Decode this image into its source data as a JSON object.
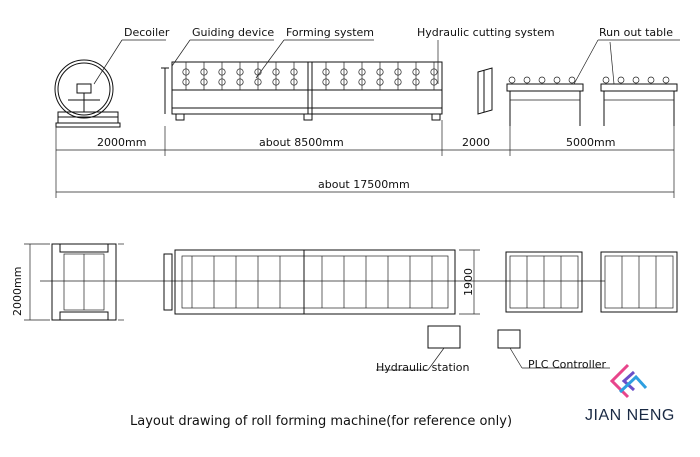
{
  "labels": {
    "decoiler": "Decoiler",
    "guiding": "Guiding device",
    "forming": "Forming system",
    "cutting": "Hydraulic cutting system",
    "runout": "Run out table",
    "hydraulic_station": "Hydraulic station",
    "plc": "PLC Controller"
  },
  "dimensions": {
    "d1": "2000mm",
    "d2": "about 8500mm",
    "d3": "2000",
    "d4": "5000mm",
    "total": "about 17500mm",
    "width": "2000mm",
    "inner_width": "1900"
  },
  "caption": "Layout drawing of roll forming machine(for reference only)",
  "brand": {
    "name": "JIAN NENG",
    "colors": [
      "#e8458b",
      "#6b4fc8",
      "#2f9fe0"
    ]
  }
}
